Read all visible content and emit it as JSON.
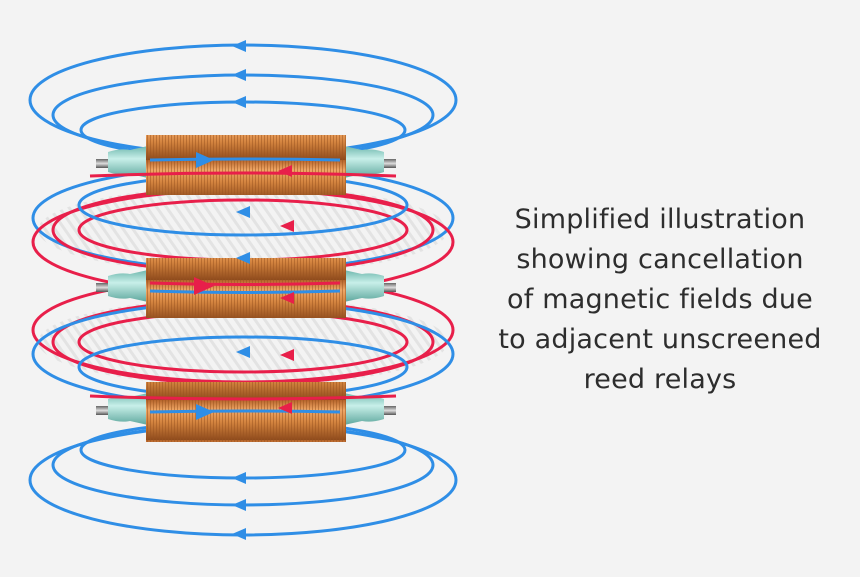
{
  "caption": {
    "lines": [
      "Simplified illustration",
      "showing cancellation",
      "of magnetic fields due",
      "to adjacent unscreened",
      "reed relays"
    ]
  },
  "colors": {
    "background": "#f3f3f3",
    "field_blue": "#2f8ee6",
    "field_red": "#e81f4a",
    "coil_copper": "#d4843f",
    "glass_teal": "#9fd8cf",
    "text": "#2d2d2d"
  },
  "diagram": {
    "relays": [
      {
        "name": "top-relay"
      },
      {
        "name": "middle-relay"
      },
      {
        "name": "bottom-relay"
      }
    ]
  }
}
